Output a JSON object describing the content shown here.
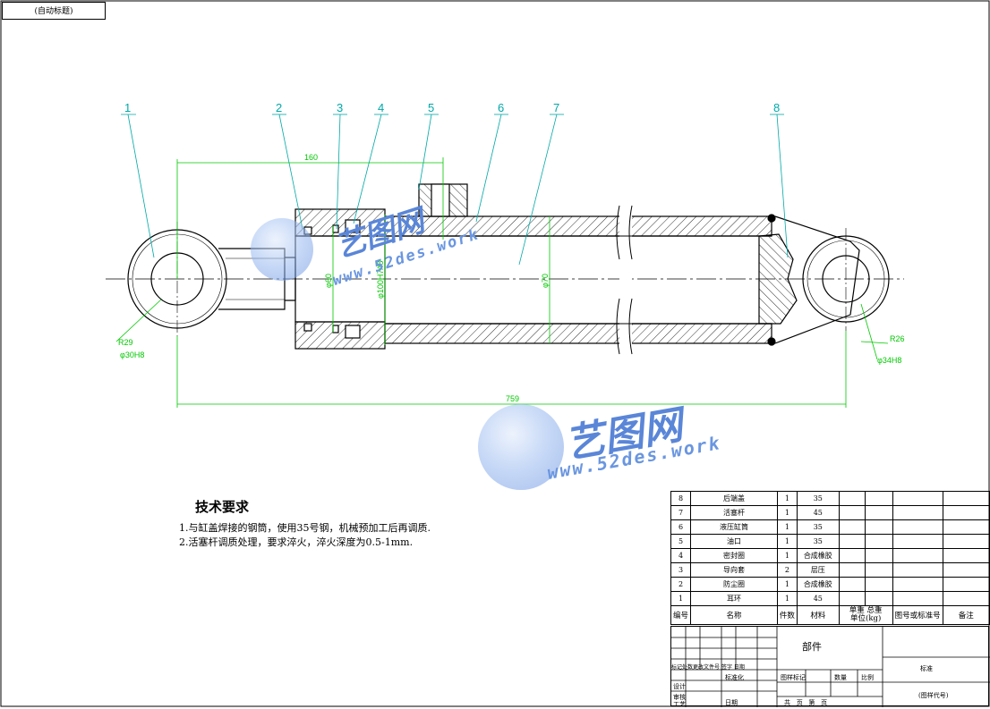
{
  "corner_label": "(自动标题)",
  "balloons": [
    "1",
    "2",
    "3",
    "4",
    "5",
    "6",
    "7",
    "8"
  ],
  "dimensions": {
    "d160": "160",
    "d759": "759",
    "r_left": "R29",
    "dia_left": "φ30H8",
    "r_right": "R26",
    "dia_right": "φ34H8",
    "rod_dia": "φ60",
    "bore_fit": "φ100H7/f8",
    "tube_dia": "φ70"
  },
  "tech": {
    "title": "技术要求",
    "line1": "1.与缸盖焊接的钢筒，使用35号钢，机械预加工后再调质.",
    "line2": "2.活塞杆调质处理，要求淬火，淬火深度为0.5-1mm."
  },
  "watermark": {
    "cn": "艺图网",
    "en": "www.52des.work"
  },
  "bom": {
    "rows": [
      {
        "no": "8",
        "name": "后端盖",
        "qty": "1",
        "mat": "35"
      },
      {
        "no": "7",
        "name": "活塞杆",
        "qty": "1",
        "mat": "45"
      },
      {
        "no": "6",
        "name": "液压缸筒",
        "qty": "1",
        "mat": "35"
      },
      {
        "no": "5",
        "name": "油口",
        "qty": "1",
        "mat": "35"
      },
      {
        "no": "4",
        "name": "密封圈",
        "qty": "1",
        "mat": "合成橡胶"
      },
      {
        "no": "3",
        "name": "导向套",
        "qty": "2",
        "mat": "层压"
      },
      {
        "no": "2",
        "name": "防尘圈",
        "qty": "1",
        "mat": "合成橡胶"
      },
      {
        "no": "1",
        "name": "耳环",
        "qty": "1",
        "mat": "45"
      }
    ],
    "header": {
      "no": "编号",
      "name": "名称",
      "qty": "件数",
      "mat": "材料",
      "unit": "单重",
      "total": "总重",
      "weight_unit": "单位(kg)",
      "std": "图号或标准号",
      "remark": "备注"
    }
  },
  "title_block": {
    "part_label": "部件",
    "company": "标准",
    "drawing_no": "(图样代号)",
    "rev_cols": [
      "标记",
      "处数",
      "更改文件号",
      "签字",
      "日期"
    ],
    "roles": [
      "设计",
      "审核",
      "工艺"
    ],
    "std_label": "标准化",
    "approve_label": "日期",
    "stage_label": "图样标记",
    "qty_label": "数量",
    "scale_label": "比例",
    "sheet_total": "共",
    "sheet_unit": "页",
    "sheet_no": "第"
  },
  "colors": {
    "line": "#000000",
    "dim": "#00c800",
    "leader": "#00a8a8",
    "watermark": "#5a86d8"
  }
}
